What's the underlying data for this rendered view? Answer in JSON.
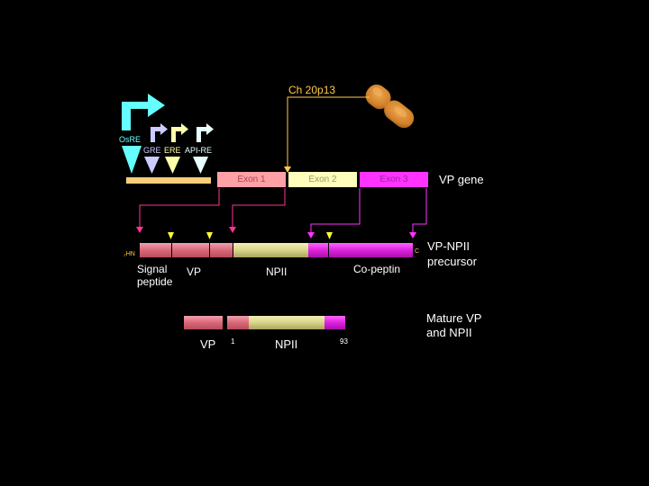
{
  "chromosome_label": "Ch 20p13",
  "response_elements": {
    "osre": "OsRE",
    "gre": "GRE",
    "ere": "ERE",
    "apire": "API-RE"
  },
  "gene": {
    "label": "VP gene",
    "exons": [
      "Exon 1",
      "Exon 2",
      "Exon 3"
    ]
  },
  "precursor": {
    "label_line1": "VP-NPII",
    "label_line2": "precursor",
    "n_terminus": "₂HN",
    "c_terminus": "C",
    "segments": {
      "signal_line1": "Signal",
      "signal_line2": "peptide",
      "vp": "VP",
      "npii": "NPII",
      "copeptin": "Co-peptin"
    }
  },
  "mature": {
    "label_line1": "Mature VP",
    "label_line2": "and NPII",
    "vp": "VP",
    "npii": "NPII",
    "start": "1",
    "end": "93"
  },
  "colors": {
    "cyan": "#66ffff",
    "lavender": "#ccccff",
    "cream": "#ffffaa",
    "exon1": "#ffa0a6",
    "exon2": "#ffffbb",
    "exon3": "#ff33ff",
    "promoter_bar": "#ffcc77",
    "arrow_pink": "#ff3399",
    "arrow_magenta": "#ff33ff",
    "chromosome": "#d98a2a"
  }
}
